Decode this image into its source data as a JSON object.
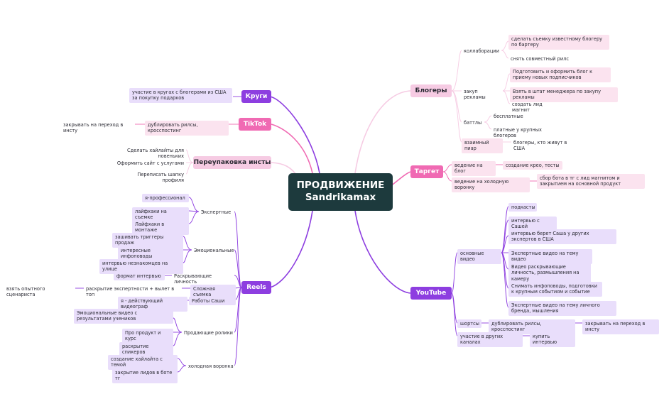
{
  "center": {
    "line1": "ПРОДВИЖЕНИЕ",
    "line2": "Sandrikamax"
  },
  "colors": {
    "purple": "#8d3ee0",
    "pink": "#f06ab3",
    "light_pink": "#f6cbe3",
    "center_bg": "#1d3a3d"
  },
  "kruги": {
    "label": "Круги",
    "items": [
      "участие в кругах с блогерами из США за покупку подарков"
    ]
  },
  "tiktok": {
    "label": "TikTok",
    "item": "дублировать рилсы, кросспостинг",
    "sub": "закрывать на переход в инсту"
  },
  "pereupakovka": {
    "label": "Переупаковка инсты",
    "items": [
      "Сделать хайлайты для новеньких",
      "Оформить сайт с услугами",
      "Переписать шапку профиля"
    ]
  },
  "reels": {
    "label": "Reels",
    "expert": {
      "label": "Экспертные",
      "items": [
        "я-профессионал",
        "лайфхаки на съемке",
        "Лайфхаки в монтаже"
      ]
    },
    "emotional": {
      "label": "Эмоциональные",
      "items": [
        "зашивать триггеры продаж",
        "интересные инфоповоды",
        "интервью незнакомцев на улице"
      ]
    },
    "personality": {
      "label": "Раскрывающие личность",
      "item": "формат интервью"
    },
    "complex": {
      "label": "Сложная съемка",
      "item": "раскрытие экспертности + вылет в топ",
      "sub": "взять опытного сценариста"
    },
    "sasha": {
      "label": "Работы Саши",
      "item": "я - действующий видеограф"
    },
    "selling": {
      "label": "Продающие ролики",
      "items": [
        "Эмоциональные видео с результатами учеников",
        "Про продукт и курс",
        "раскрытие спикеров"
      ]
    },
    "cold": {
      "label": "холодная воронка",
      "items": [
        "создание хайлайта с темой",
        "закрытие лидов в боте тг"
      ]
    }
  },
  "bloggers": {
    "label": "Блогеры",
    "collab": {
      "label": "коллаборации",
      "items": [
        "сделать съемку известному блогеру по бартеру",
        "снять совместный рилс"
      ]
    },
    "ads": {
      "label": "закуп рекламы",
      "items": [
        "Подготовить и оформить блог к приему новых подписчиков",
        "Взять в штат менеджера по закупу рекламы",
        "создать лид магнит"
      ]
    },
    "battles": {
      "label": "баттлы",
      "items": [
        "бесплатные",
        "платные у крупных блогеров"
      ]
    },
    "mutual": {
      "label": "взаимный пиар",
      "item": "блогеры, кто живут в США"
    }
  },
  "target": {
    "label": "Таргет",
    "blog": {
      "label": "ведение на блог",
      "item": "создание крео, тесты"
    },
    "funnel": {
      "label": "ведение на холодную воронку",
      "item": "сбор бота в тг с лид магнитом и закрытием на основной продукт"
    }
  },
  "youtube": {
    "label": "YouTube",
    "main_video": {
      "label": "основные видео",
      "items": [
        "подкасты",
        "интервью с Сашей",
        "интервью берет Саша у других экспертов в США",
        "Экспертные видео на тему видео",
        "Видео раскрывающие личность, размышления на камеру",
        "Снимать инфоповоды, подготовки к крупным событиям и событие",
        "Экспертные видео на тему личного бренда, мышления"
      ]
    },
    "shorts": {
      "label": "шортсы",
      "item": "дублировать рилсы, кросспостинг",
      "sub": "закрывать на переход в инсту"
    },
    "other": {
      "label": "участие в других каналах",
      "item": "купить интервью"
    }
  }
}
